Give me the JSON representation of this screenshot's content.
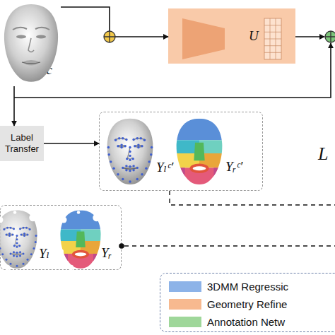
{
  "diagram": {
    "nodes": [
      {
        "text": [
          "Vc"
        ]
      },
      {
        "text": [
          "U"
        ]
      },
      {
        "text": [
          "Label Transfer"
        ]
      },
      {
        "text": [
          "Yₗᶜ′",
          "Yᵣᶜ′"
        ]
      },
      {
        "text": [
          "Yₗ",
          "Yᵣ"
        ]
      }
    ],
    "edges": [
      {
        "from": 0,
        "to": 1,
        "arrow": "to"
      },
      {
        "from": 0,
        "to": 2,
        "arrow": "to"
      },
      {
        "from": 2,
        "to": 3,
        "arrow": "to"
      }
    ],
    "labels": [
      "L"
    ],
    "legend": [
      {
        "text": "3DMM Regressic",
        "color": "#8db3e8"
      },
      {
        "text": "Geometry Refine",
        "color": "#f7b98f"
      },
      {
        "text": "Annotation Netw",
        "color": "#9fd79a"
      }
    ]
  }
}
